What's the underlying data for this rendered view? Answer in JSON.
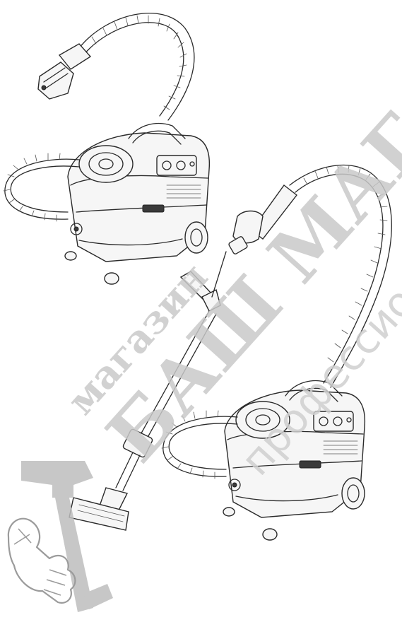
{
  "watermark": {
    "line1": "магазин",
    "line2": "БАШ МАГ",
    "line3": "профессионал",
    "color": "#c6c6c6"
  }
}
